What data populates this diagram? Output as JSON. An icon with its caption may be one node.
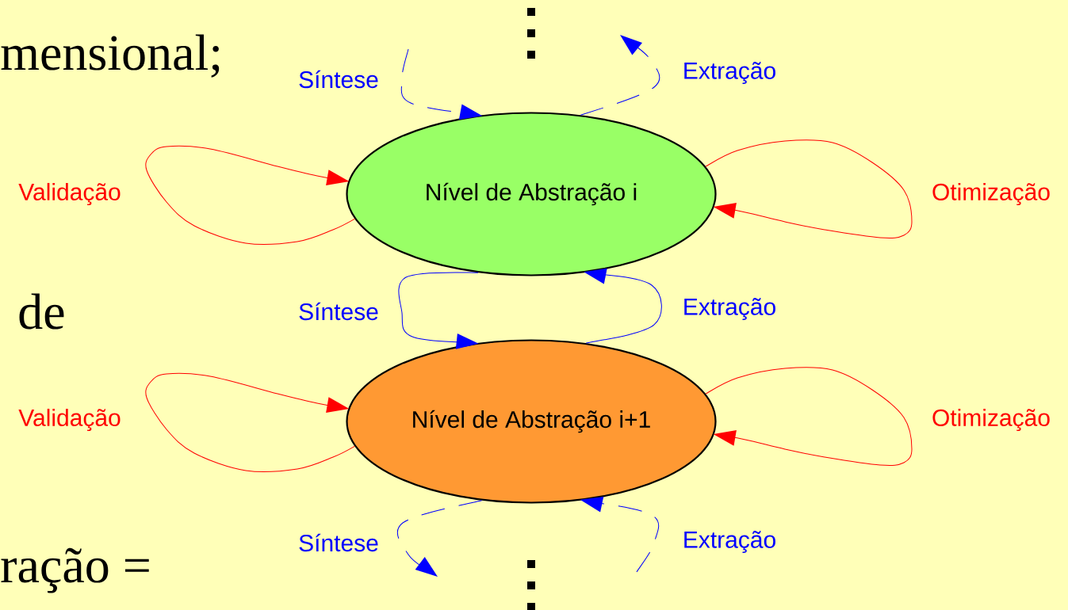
{
  "diagram": {
    "nodes": [
      {
        "text": [
          "Nível de Abstração i"
        ]
      },
      {
        "text": [
          "Nível de Abstração i+1"
        ]
      }
    ],
    "edges": [
      {
        "from": null,
        "to": 0,
        "arrow": "to",
        "label": "Síntese",
        "style": "dashed",
        "color": "#0000ff"
      },
      {
        "from": 0,
        "to": null,
        "arrow": "to",
        "label": "Extração",
        "style": "dashed",
        "color": "#0000ff"
      },
      {
        "from": 0,
        "to": 0,
        "arrow": "to",
        "label": "Validação",
        "color": "#ff0000"
      },
      {
        "from": 0,
        "to": 0,
        "arrow": "to",
        "label": "Otimização",
        "color": "#ff0000"
      },
      {
        "from": 0,
        "to": 1,
        "arrow": "to",
        "label": "Síntese",
        "color": "#0000ff"
      },
      {
        "from": 1,
        "to": 0,
        "arrow": "to",
        "label": "Extração",
        "color": "#0000ff"
      },
      {
        "from": 1,
        "to": 1,
        "arrow": "to",
        "label": "Validação",
        "color": "#ff0000"
      },
      {
        "from": 1,
        "to": 1,
        "arrow": "to",
        "label": "Otimização",
        "color": "#ff0000"
      },
      {
        "from": 1,
        "to": null,
        "arrow": "to",
        "label": "Síntese",
        "style": "dashed",
        "color": "#0000ff"
      },
      {
        "from": null,
        "to": 1,
        "arrow": "to",
        "label": "Extração",
        "style": "dashed",
        "color": "#0000ff"
      }
    ],
    "labels": [
      "mensional;",
      "de",
      "ração ="
    ]
  }
}
